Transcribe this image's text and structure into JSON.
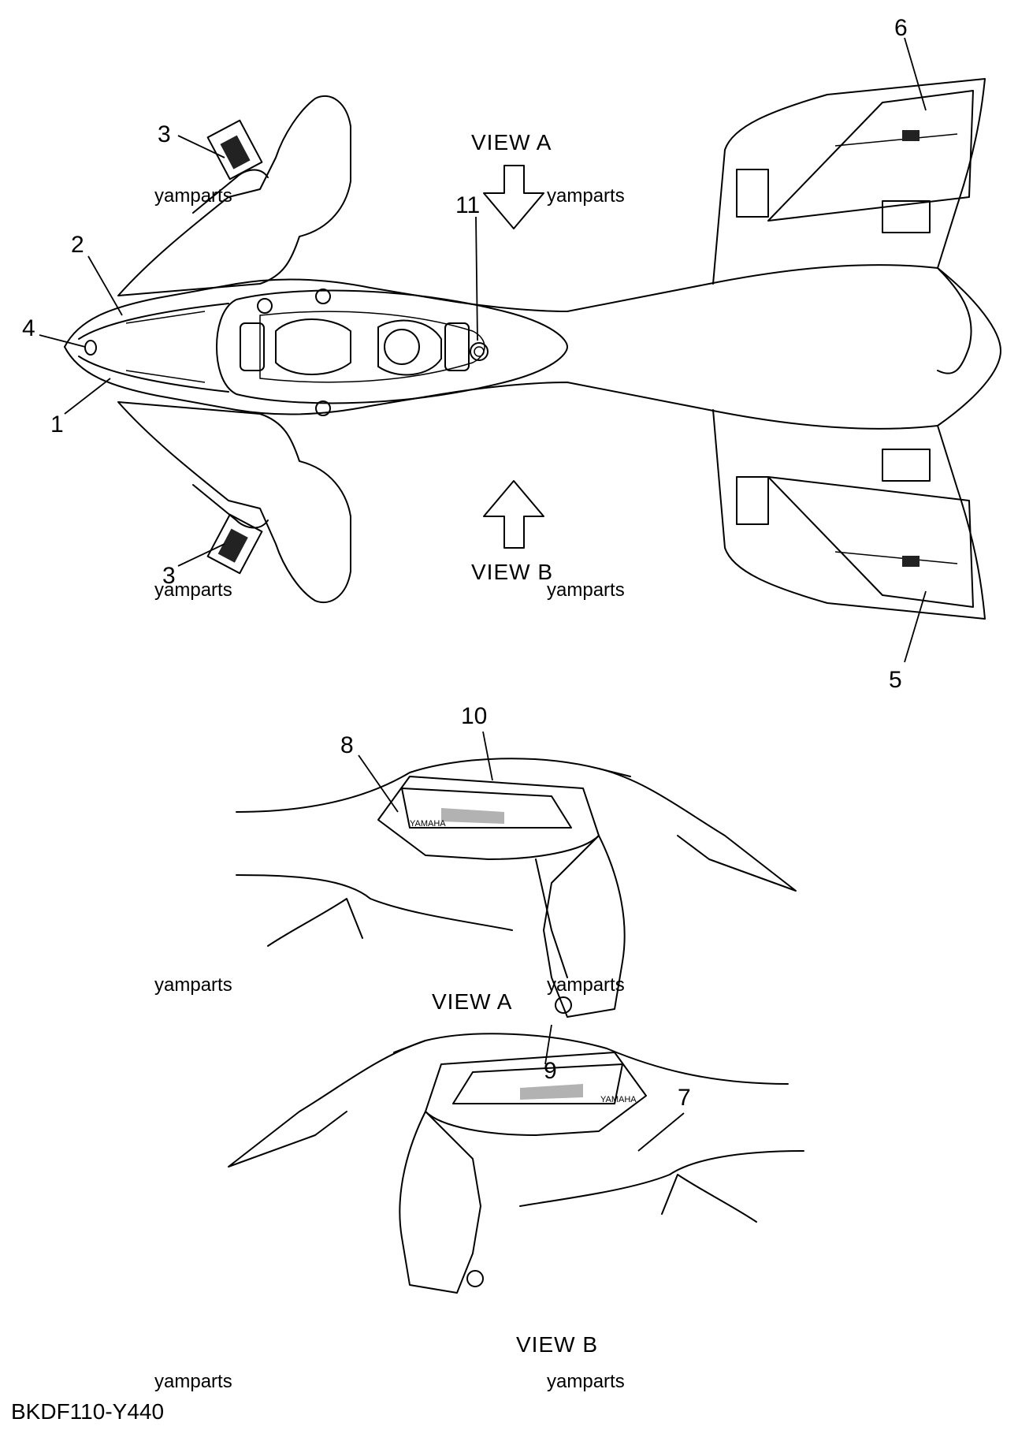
{
  "callouts": {
    "c1": "1",
    "c2": "2",
    "c3a": "3",
    "c3b": "3",
    "c4": "4",
    "c5": "5",
    "c6": "6",
    "c7": "7",
    "c8": "8",
    "c9": "9",
    "c10": "10",
    "c11": "11"
  },
  "views": {
    "top_a": "VIEW A",
    "top_b": "VIEW B",
    "view_a_title": "VIEW A",
    "view_b_title": "VIEW B"
  },
  "watermark": "yamparts",
  "decal_text": {
    "brand": "YAMAHA"
  },
  "diagram_code": "BKDF110-Y440"
}
